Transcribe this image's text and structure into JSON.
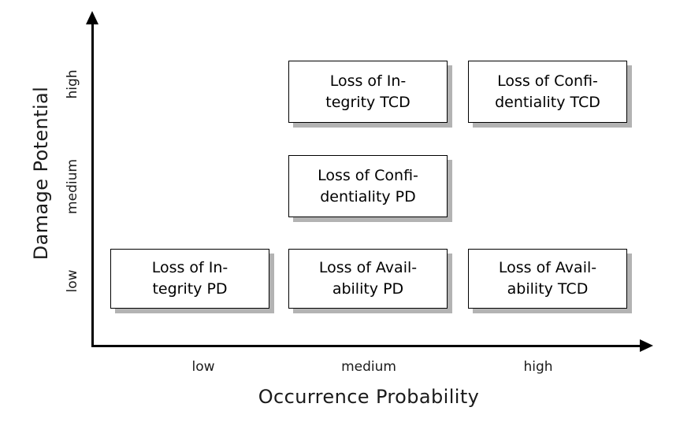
{
  "chart_data": {
    "type": "table",
    "title": "",
    "xlabel": "Occurrence Probability",
    "ylabel": "Damage Potential",
    "x_categories": [
      "low",
      "medium",
      "high"
    ],
    "y_categories": [
      "low",
      "medium",
      "high"
    ],
    "grid": false,
    "legend": "none",
    "cells": [
      {
        "x": "medium",
        "y": "high",
        "line1": "Loss of In-",
        "line2": "tegrity TCD",
        "label": "Loss of Integrity TCD"
      },
      {
        "x": "high",
        "y": "high",
        "line1": "Loss of Confi-",
        "line2": "dentiality TCD",
        "label": "Loss of Confidentiality TCD"
      },
      {
        "x": "medium",
        "y": "medium",
        "line1": "Loss of Confi-",
        "line2": "dentiality PD",
        "label": "Loss of Confidentiality PD"
      },
      {
        "x": "low",
        "y": "low",
        "line1": "Loss of In-",
        "line2": "tegrity PD",
        "label": "Loss of Integrity PD"
      },
      {
        "x": "medium",
        "y": "low",
        "line1": "Loss of Avail-",
        "line2": "ability PD",
        "label": "Loss of Availability PD"
      },
      {
        "x": "high",
        "y": "low",
        "line1": "Loss of Avail-",
        "line2": "ability TCD",
        "label": "Loss of Availability TCD"
      }
    ]
  },
  "axes": {
    "y": {
      "title": "Damage Potential",
      "ticks": {
        "high": "high",
        "medium": "medium",
        "low": "low"
      }
    },
    "x": {
      "title": "Occurrence Probability",
      "ticks": {
        "low": "low",
        "medium": "medium",
        "high": "high"
      }
    }
  },
  "colors": {
    "background": "#ffffff",
    "axis": "#000000",
    "cell_fill": "#ffffff",
    "cell_border": "#000000",
    "cell_shadow": "#b3b3b3",
    "text": "#000000"
  }
}
